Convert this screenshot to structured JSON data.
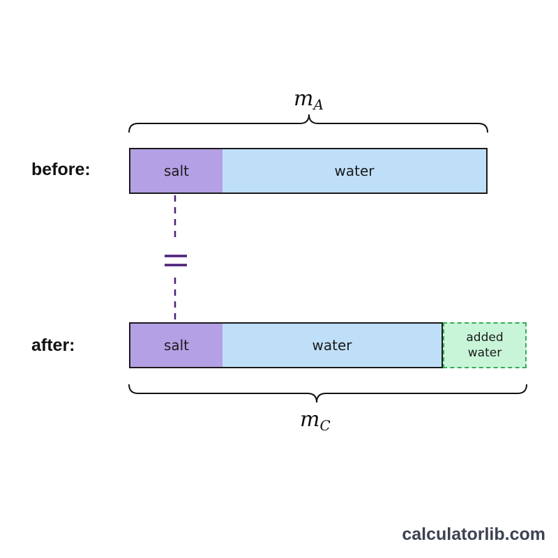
{
  "rows": {
    "before": {
      "label": "before:",
      "salt": "salt",
      "water": "water"
    },
    "after": {
      "label": "after:",
      "salt": "salt",
      "water": "water",
      "added_water_line1": "added",
      "added_water_line2": "water"
    }
  },
  "masses": {
    "top_symbol": "m",
    "top_subscript": "A",
    "bottom_symbol": "m",
    "bottom_subscript": "C"
  },
  "equal_sign": "=",
  "colors": {
    "salt": "#b4a0e5",
    "water": "#bfdff9",
    "added_water": "#c8f5d8",
    "added_water_border": "#3aaa5c",
    "connector": "#4b1f7a"
  },
  "watermark": "calculatorlib.com"
}
